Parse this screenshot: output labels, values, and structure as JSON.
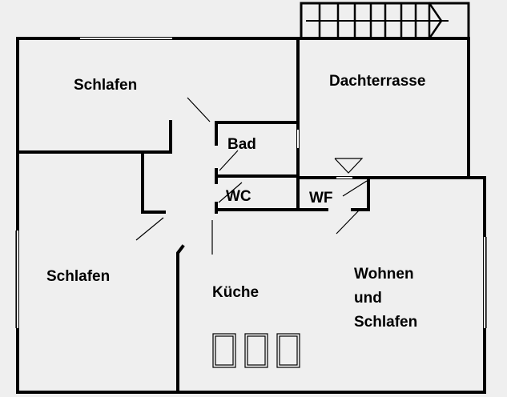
{
  "rooms": {
    "schlafen_top": "Schlafen",
    "dachterrasse": "Dachterrasse",
    "bad": "Bad",
    "wc": "WC",
    "wf": "WF",
    "schlafen_left": "Schlafen",
    "kueche": "Küche",
    "wohnen_line1": "Wohnen",
    "wohnen_line2": "und",
    "wohnen_line3": "Schlafen"
  },
  "colors": {
    "wall": "#000000",
    "background": "#efefef"
  }
}
